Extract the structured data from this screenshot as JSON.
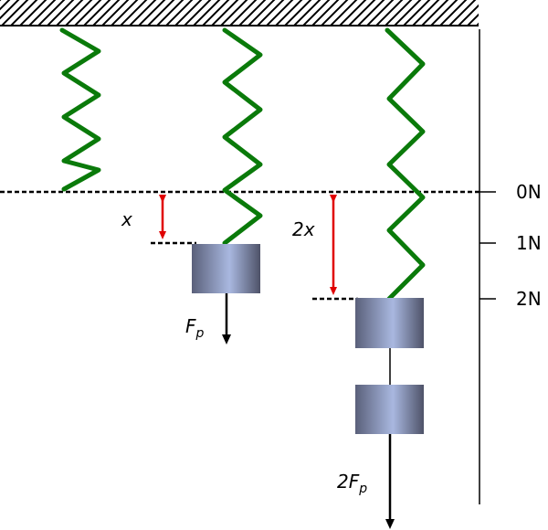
{
  "labels": {
    "x": "x",
    "two_x": "2x",
    "fp_base": "F",
    "fp_sub": "p",
    "two_fp_coef": "2",
    "two_fp_base": "F",
    "two_fp_sub": "p"
  },
  "scale": {
    "ticks": [
      "0N",
      "1N",
      "2N"
    ]
  },
  "colors": {
    "spring": "#0a7a0a",
    "arrow": "#e00000",
    "line": "#000000",
    "mass_dark": "#5a607a",
    "mass_light": "#a9b8e0"
  }
}
